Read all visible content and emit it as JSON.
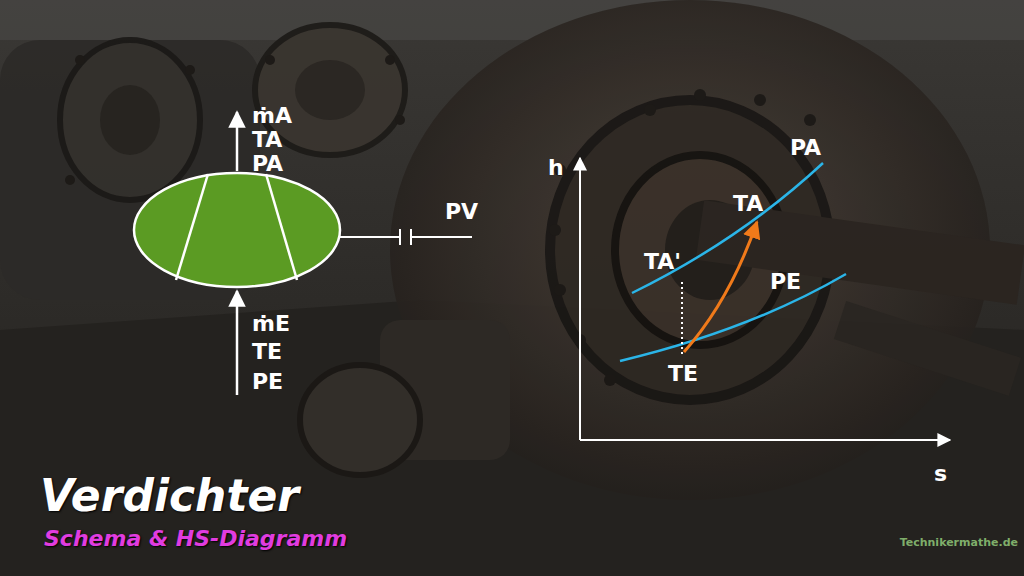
{
  "diagram": {
    "title": "Verdichter",
    "caption": "Schema & HS-Diagramm",
    "labels": [
      "ṁA",
      "TA",
      "PA",
      "ṁE",
      "TE",
      "PE",
      "PV",
      "h",
      "PA",
      "TA",
      "TA'",
      "PE",
      "TE",
      "s",
      "Technikermathe.de"
    ]
  }
}
